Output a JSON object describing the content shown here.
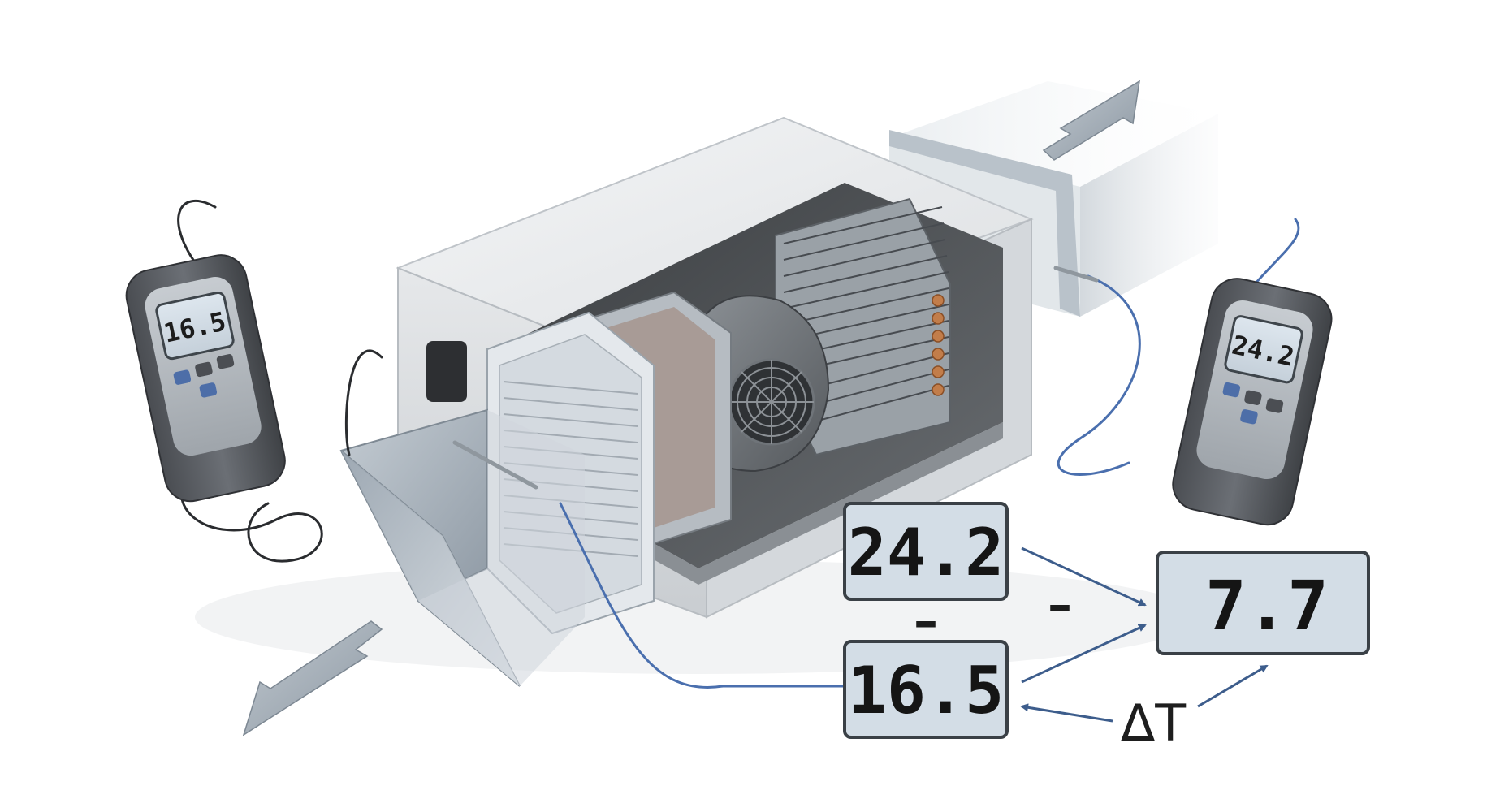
{
  "meters": {
    "left_reading": "16.5",
    "right_reading": "24.2"
  },
  "calculation": {
    "upper_value": "24.2",
    "lower_value": "16.5",
    "operator_vertical": "–",
    "operator_horizontal": "–",
    "result_value": "7.7",
    "delta_label": "ΔT"
  },
  "colors": {
    "lcd_background": "#d3dde6",
    "arrow_blue": "#3d5d8c",
    "airflow_arrow": "#a9b3bd",
    "probe_cable": "#4a6fae"
  }
}
